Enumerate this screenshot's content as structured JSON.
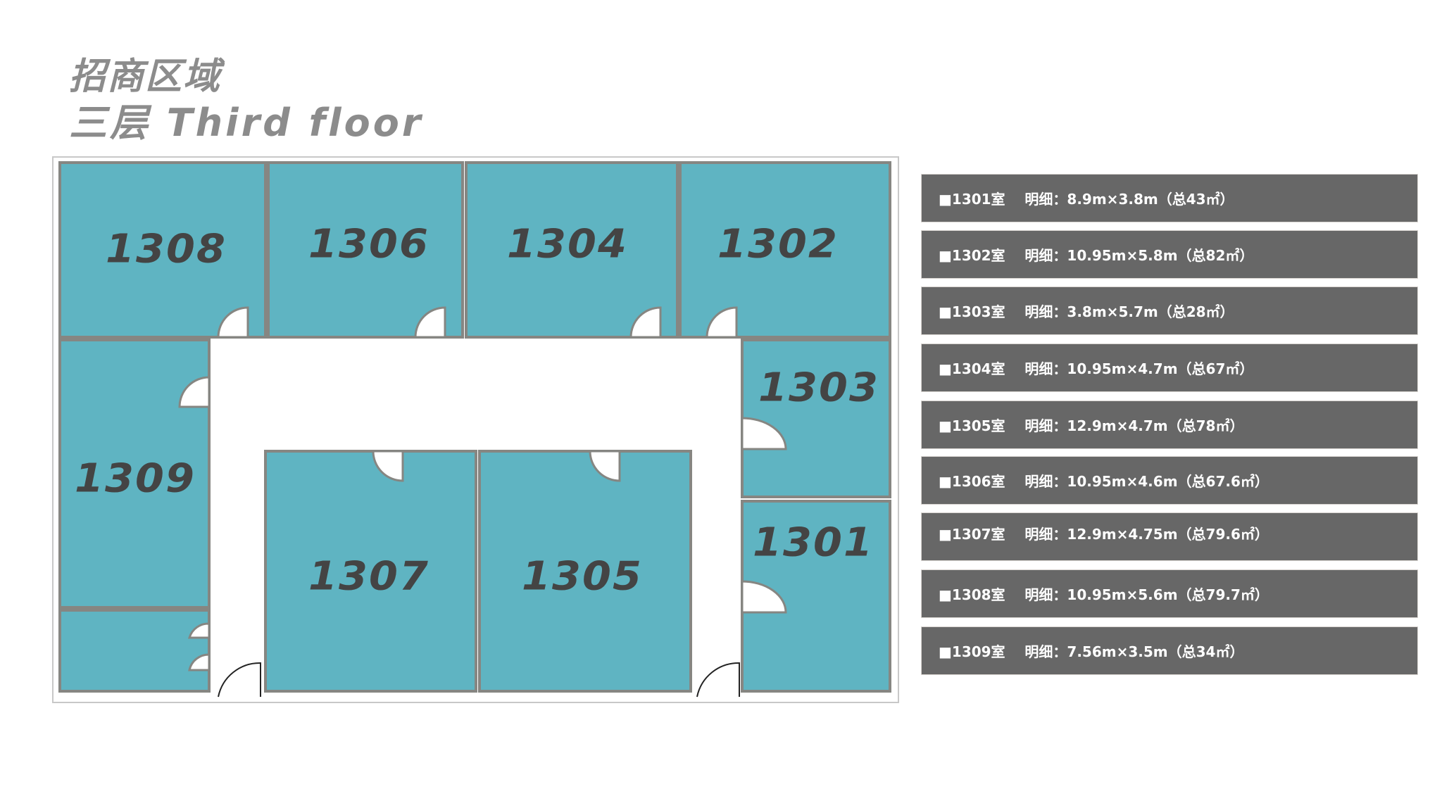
{
  "header": {
    "title": "招商区域",
    "subtitle": "三层  Third floor"
  },
  "colors": {
    "room": "#5fb4c2",
    "wall": "#868682",
    "label": "#444444",
    "bar": "#676767"
  },
  "rooms": [
    {
      "id": "1308"
    },
    {
      "id": "1306"
    },
    {
      "id": "1304"
    },
    {
      "id": "1302"
    },
    {
      "id": "1309"
    },
    {
      "id": "1303"
    },
    {
      "id": "1301"
    },
    {
      "id": "1307"
    },
    {
      "id": "1305"
    }
  ],
  "details": [
    "■1301室    明细：8.9m×3.8m（总43㎡）",
    "■1302室    明细：10.95m×5.8m（总82㎡）",
    "■1303室    明细：3.8m×5.7m（总28㎡）",
    "■1304室    明细：10.95m×4.7m（总67㎡）",
    "■1305室    明细：12.9m×4.7m（总78㎡）",
    "■1306室    明细：10.95m×4.6m（总67.6㎡）",
    "■1307室    明细：12.9m×4.75m（总79.6㎡）",
    "■1308室    明细：10.95m×5.6m（总79.7㎡）",
    "■1309室    明细：7.56m×3.5m（总34㎡）"
  ]
}
